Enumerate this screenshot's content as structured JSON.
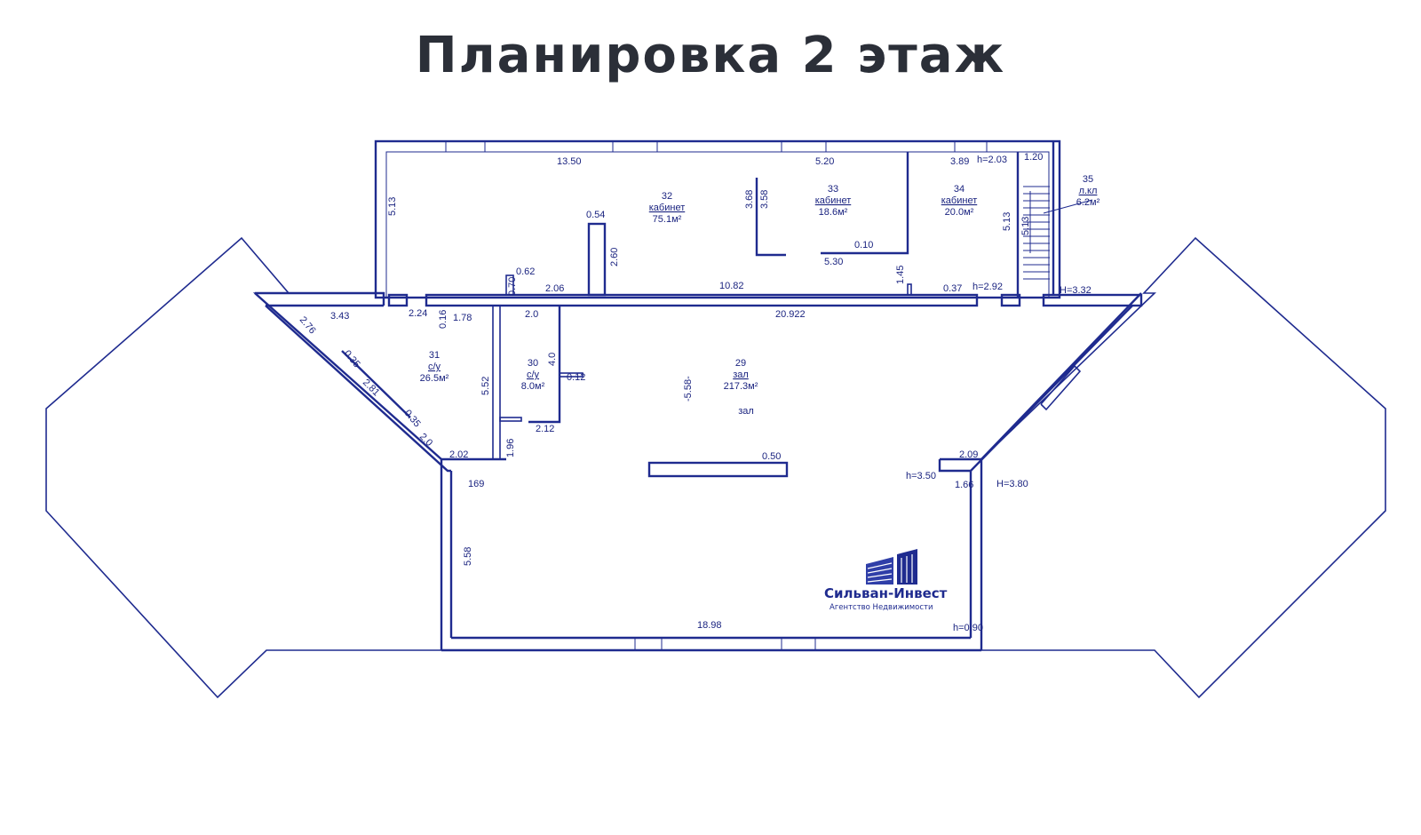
{
  "title": "Планировка 2 этаж",
  "colors": {
    "line": "#1f2b8f",
    "title": "#2b2f38",
    "background": "#ffffff"
  },
  "rooms": [
    {
      "number": "32",
      "name": "кабинет",
      "area": "75.1м²"
    },
    {
      "number": "33",
      "name": "кабинет",
      "area": "18.6м²"
    },
    {
      "number": "34",
      "name": "кабинет",
      "area": "20.0м²"
    },
    {
      "number": "35",
      "name": "л.кл",
      "area": "6.2м²"
    },
    {
      "number": "31",
      "name": "с/у",
      "area": "26.5м²"
    },
    {
      "number": "30",
      "name": "с/у",
      "area": "8.0м²"
    },
    {
      "number": "29",
      "name": "зал",
      "area": "217.3м²",
      "extra_label": "зал"
    }
  ],
  "dimensions": {
    "top_wall_left": "13.50",
    "top_wall_mid": "5.20",
    "top_wall_right": "3.89",
    "h_stair_top": "h=2.03",
    "stair_width": "1.20",
    "left_wall_height": "5.13",
    "room33_left_a": "3.68",
    "room33_left_b": "3.58",
    "partition_width": "0.54",
    "partition_height": "2.60",
    "room33_sill": "0.10",
    "room33_bottom": "5.30",
    "room34_stub": "1.45",
    "room34_right": "5.13",
    "stair_height": "5.13",
    "door_small": "0.62",
    "door_small_h": "0.70",
    "corridor_left": "2.06",
    "corridor_wall": "10.82",
    "near_stair": "0.37",
    "h_corridor": "h=2.92",
    "H_stair": "H=3.32",
    "wc_top": "3.43",
    "wc_mid": "2.24",
    "wc_wall": "0.16",
    "wc_door": "1.78",
    "wc2_top": "2.0",
    "hall_top": "20.922",
    "wc_diag_a": "2.76",
    "wc_diag_b": "0.35",
    "wc_diag_c": "2.81",
    "wc_diag_d": "0.35",
    "wc_diag_e": "2.0",
    "wc_bottom": "2.02",
    "wc_side": "5.52",
    "wc2_side": "4.0",
    "wc2_wall": "0.12",
    "wc2_bottom": "2.12",
    "wc_pass": "1.96",
    "hall_depth": "-5.58-",
    "column_width": "0.50",
    "right_step": "2.09",
    "h_right": "h=3.50",
    "right_step_depth": "1.66",
    "H_right": "H=3.80",
    "lower_left_top": "169",
    "lower_left_side": "5.58",
    "bottom_wall": "18.98",
    "h_bottom": "h=0.90"
  },
  "logo": {
    "name": "Сильван-Инвест",
    "tagline": "Агентство Недвижимости"
  }
}
